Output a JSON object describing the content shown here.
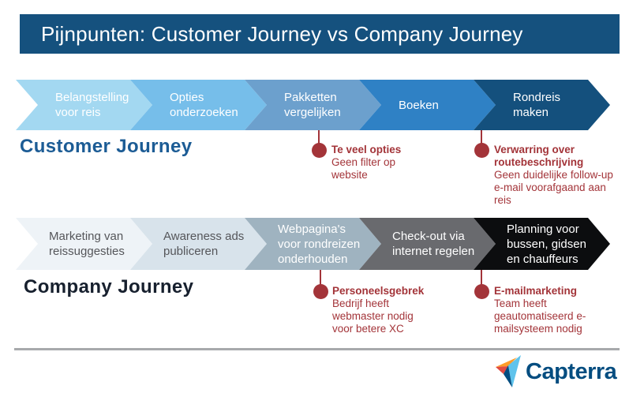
{
  "header": {
    "title": "Pijnpunten: Customer Journey vs Company Journey",
    "bg": "#15517E",
    "text_color": "#FFFFFF"
  },
  "customer_journey": {
    "label": "Customer Journey",
    "label_color": "#1C5C95",
    "segments": [
      {
        "label": "Belangstelling voor reis",
        "bg": "#A3D8F1",
        "text_color": "#FFFFFF"
      },
      {
        "label": "Opties onderzoeken",
        "bg": "#76BEEA",
        "text_color": "#FFFFFF"
      },
      {
        "label": "Pakketten vergelijken",
        "bg": "#6CA0CD",
        "text_color": "#FFFFFF"
      },
      {
        "label": "Boeken",
        "bg": "#2F81C5",
        "text_color": "#FFFFFF"
      },
      {
        "label": "Rondreis maken",
        "bg": "#14507D",
        "text_color": "#FFFFFF"
      }
    ],
    "pain_points": [
      {
        "title": "Te veel opties",
        "description": "Geen filter op website"
      },
      {
        "title": "Verwarring over routebeschrijving",
        "description": "Geen duidelijke follow-up e-mail voorafgaand aan reis"
      }
    ]
  },
  "company_journey": {
    "label": "Company Journey",
    "label_color": "#17202E",
    "segments": [
      {
        "label": "Marketing van reissuggesties",
        "bg": "#EEF3F7",
        "text_color": "#55565A"
      },
      {
        "label": "Awareness ads publiceren",
        "bg": "#D8E3EB",
        "text_color": "#55565A"
      },
      {
        "label": "Webpagina's voor rondreizen onderhouden",
        "bg": "#9FB3C0",
        "text_color": "#FFFFFF"
      },
      {
        "label": "Check-out via internet regelen",
        "bg": "#696A6E",
        "text_color": "#FFFFFF"
      },
      {
        "label": "Planning voor bussen, gidsen en chauffeurs",
        "bg": "#0C0D0F",
        "text_color": "#FFFFFF"
      }
    ],
    "pain_points": [
      {
        "title": "Personeelsgebrek",
        "description": "Bedrijf heeft webmaster nodig voor betere XC"
      },
      {
        "title": "E-mailmarketing",
        "description": "Team heeft geautomatiseerd e-mailsysteem nodig"
      }
    ]
  },
  "pain_color": "#A33439",
  "divider_color": "#A7A9AC",
  "footer": {
    "brand": "Capterra",
    "brand_color": "#044D80",
    "logo_colors": {
      "orange": "#FF9D28",
      "red": "#E04B42",
      "light_blue": "#5FC3EC",
      "navy": "#044D80"
    }
  }
}
